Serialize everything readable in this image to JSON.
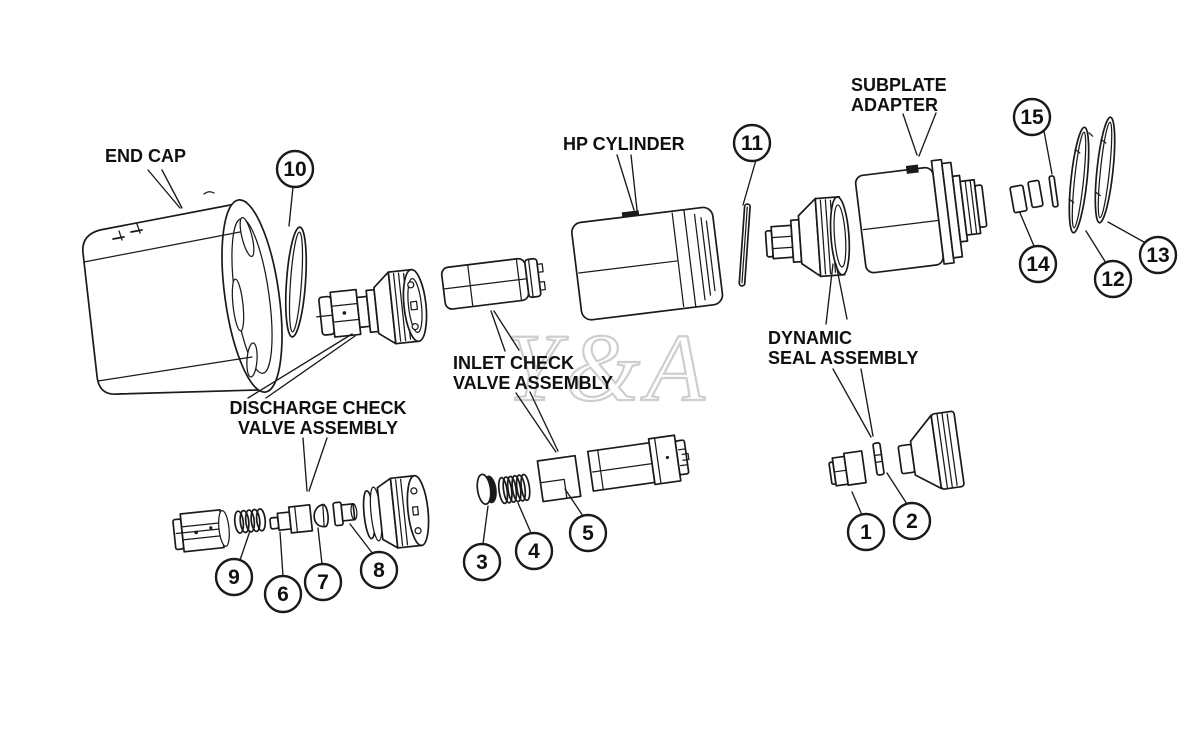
{
  "diagram": {
    "background": "#ffffff",
    "line_color": "#1a1a1a",
    "watermark": "Y&A",
    "watermark_color": "#c9c9c9",
    "labels": {
      "end_cap": "END CAP",
      "hp_cylinder": "HP CYLINDER",
      "subplate_adapter": [
        "SUBPLATE",
        "ADAPTER"
      ],
      "discharge_check": [
        "DISCHARGE CHECK",
        "VALVE ASSEMBLY"
      ],
      "inlet_check": [
        "INLET CHECK",
        "VALVE ASSEMBLY"
      ],
      "dynamic_seal": [
        "DYNAMIC",
        "SEAL ASSEMBLY"
      ]
    },
    "callouts": [
      {
        "number": "1"
      },
      {
        "number": "2"
      },
      {
        "number": "3"
      },
      {
        "number": "4"
      },
      {
        "number": "5"
      },
      {
        "number": "6"
      },
      {
        "number": "7"
      },
      {
        "number": "8"
      },
      {
        "number": "9"
      },
      {
        "number": "10"
      },
      {
        "number": "11"
      },
      {
        "number": "12"
      },
      {
        "number": "13"
      },
      {
        "number": "14"
      },
      {
        "number": "15"
      }
    ]
  }
}
